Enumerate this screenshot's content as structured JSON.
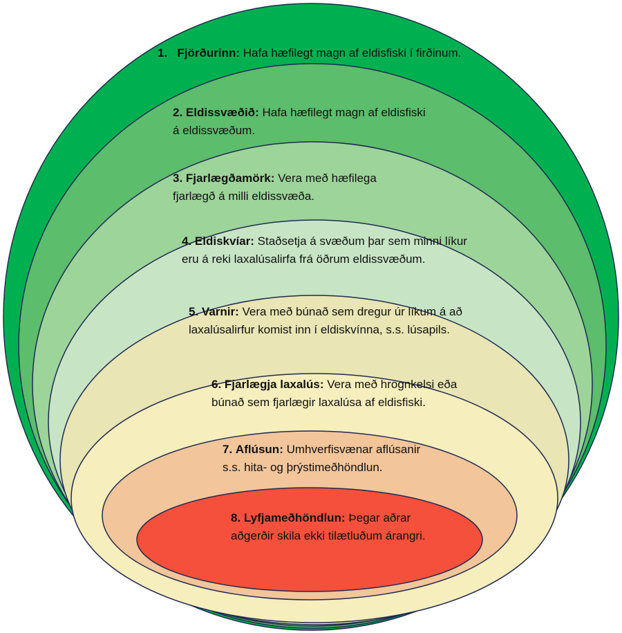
{
  "diagram": {
    "levels": [
      {
        "number": "1.",
        "title": "Fjörðurinn:",
        "text": "Hafa hæfilegt magn af eldisfiski í firðinum.",
        "color": "#00b050"
      },
      {
        "number": "2.",
        "title": "Eldissvæðið:",
        "text": "Hafa hæfilegt magn af eldisfiski á eldissvæðum.",
        "color": "#5cbd6c"
      },
      {
        "number": "3.",
        "title": "Fjarlægðamörk:",
        "text": "Vera með hæfilega fjarlægð á milli eldissvæða.",
        "color": "#9dd49a"
      },
      {
        "number": "4.",
        "title": "Eldiskvíar:",
        "text": "Staðsetja á svæðum þar sem minni líkur eru á reki laxalúsalirfa frá öðrum eldissvæðum.",
        "color": "#c7e5c5"
      },
      {
        "number": "5.",
        "title": "Varnir:",
        "text": "Vera með búnað sem dregur úr líkum á að laxalúsalirfur komist inn í eldiskvínna, s.s. lúsapils.",
        "color": "#e9e5b4"
      },
      {
        "number": "6.",
        "title": "Fjarlægja laxalús:",
        "text": "Vera með hrognkelsi eða búnað sem fjarlægir laxalúsa af eldisfiski.",
        "color": "#f6eebc"
      },
      {
        "number": "7.",
        "title": "Aflúsun:",
        "text": "Umhverfisvænar aflúsanir s.s. hita- og þrýstimeðhöndlun.",
        "color": "#f2c59a"
      },
      {
        "number": "8.",
        "title": "Lyfjameðhöndlun:",
        "text": "Þegar aðrar aðgerðir skila ekki tilætluðum árangri.",
        "color": "#f5503c"
      }
    ],
    "outline_color": "#1f2a50"
  }
}
